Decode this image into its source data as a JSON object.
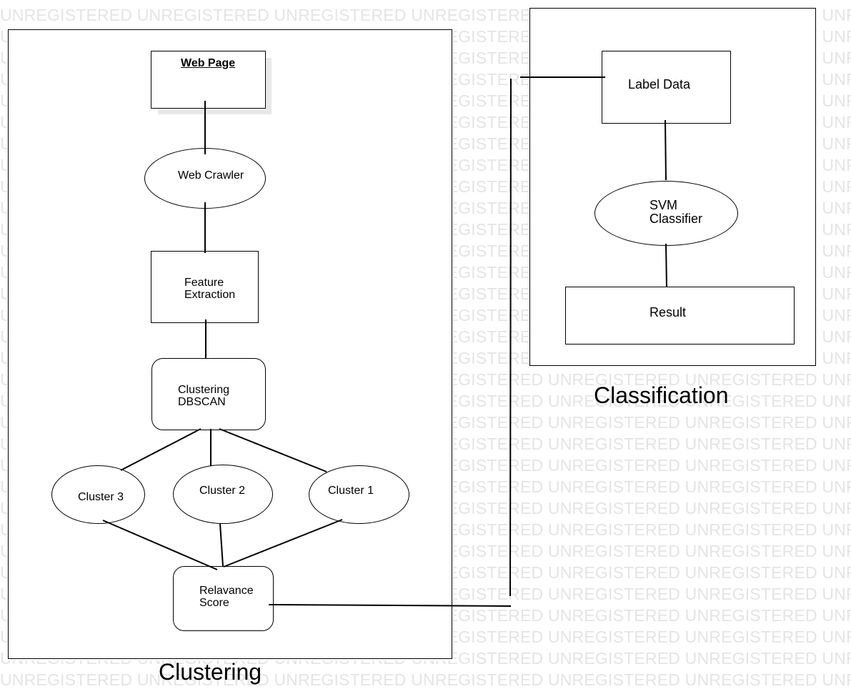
{
  "watermark": {
    "text": "UNREGISTERED"
  },
  "groups": {
    "clustering_caption": "Clustering",
    "classification_caption": "Classification"
  },
  "nodes": {
    "web_page": "Web Page",
    "web_crawler": "Web Crawler",
    "feature_extraction": "Feature\nExtraction",
    "clustering_dbscan": "Clustering\nDBSCAN",
    "cluster_3": "Cluster 3",
    "cluster_2": "Cluster 2",
    "cluster_1": "Cluster 1",
    "relevance_score": "Relavance\n Score",
    "label_data": "Label Data",
    "svm_classifier": "SVM\nClassifier",
    "result": "Result"
  }
}
